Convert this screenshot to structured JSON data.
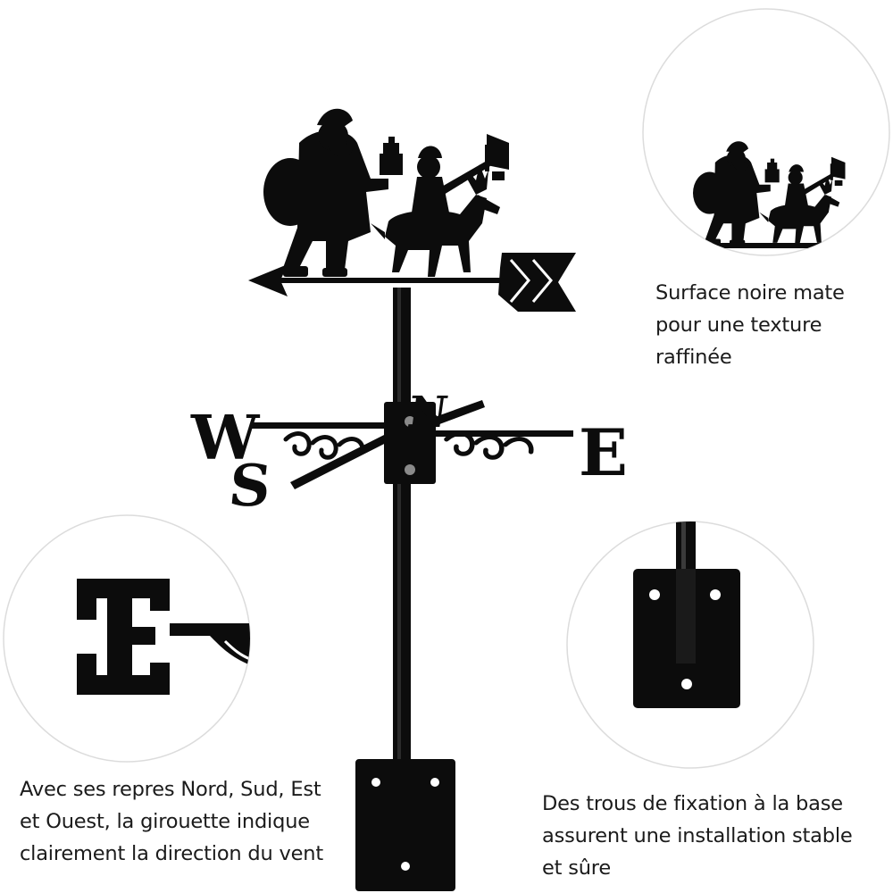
{
  "captions": {
    "surface": [
      "Surface noire mate",
      "pour une texture",
      "raffinée"
    ],
    "directions": [
      "Avec ses repres Nord, Sud, Est",
      "et Ouest, la girouette indique",
      "clairement la direction du vent"
    ],
    "holes": [
      "Des trous de fixation à la base",
      "assurent une installation stable",
      "et sûre"
    ]
  },
  "compass_letters": {
    "north": "N",
    "south": "S",
    "east": "E",
    "west": "W"
  },
  "colors": {
    "metal": "#0c0c0c",
    "circle_outline": "#dcdcdc",
    "background": "#ffffff",
    "text": "#1b1b1b"
  }
}
